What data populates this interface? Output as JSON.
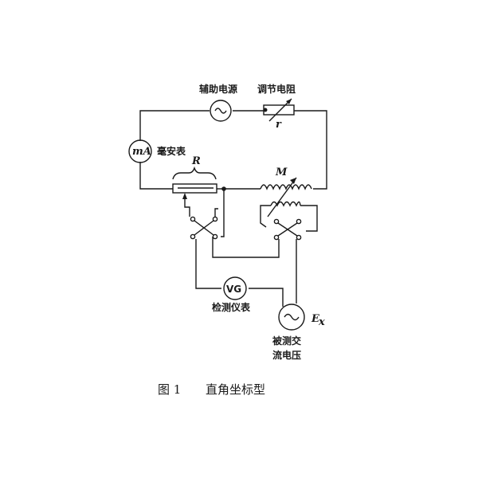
{
  "labels": {
    "aux_source": "辅助电源",
    "rheostat": "调节电阻",
    "rheostat_symbol": "r",
    "milliammeter": "毫安表",
    "milliammeter_symbol": "mA",
    "slidewire_symbol": "R",
    "mutual_inductor_symbol": "M",
    "detector_symbol": "VG",
    "detector": "检测仪表",
    "source_symbol_letter": "E",
    "source_symbol_sub": "x",
    "measured_line1": "被测交",
    "measured_line2": "流电压"
  },
  "caption": {
    "number": "图 1",
    "title": "直角坐标型"
  }
}
